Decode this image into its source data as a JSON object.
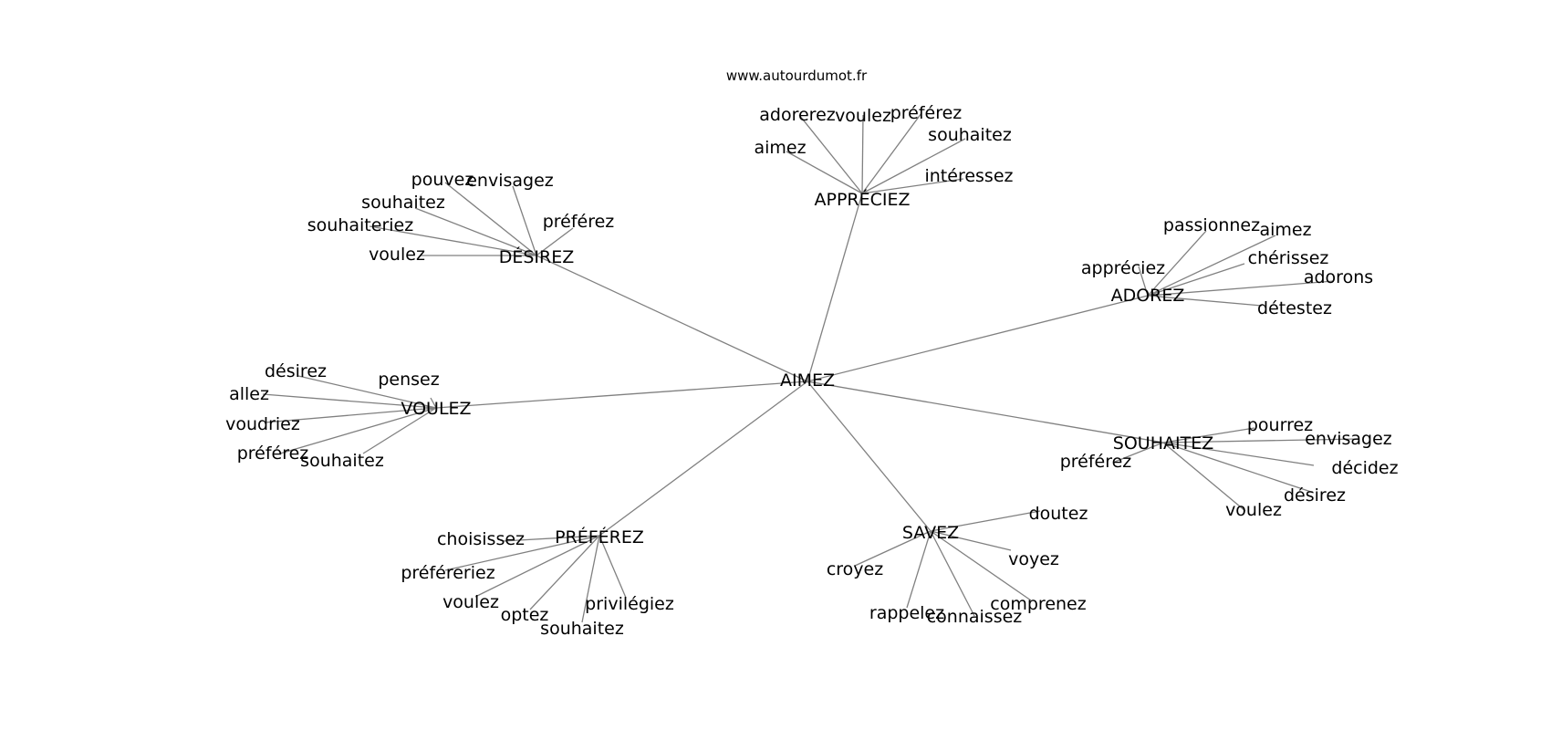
{
  "source": "www.autourdumot.fr",
  "center": "AIMEZ",
  "clusters": [
    {
      "label": "APPRÉCIEZ",
      "neighbors": [
        "aimez",
        "adorerez",
        "voulez",
        "préférez",
        "souhaitez",
        "intéressez"
      ]
    },
    {
      "label": "DÉSIREZ",
      "neighbors": [
        "pouvez",
        "envisagez",
        "souhaitez",
        "souhaiteriez",
        "voulez",
        "préférez"
      ]
    },
    {
      "label": "ADOREZ",
      "neighbors": [
        "passionnez",
        "aimez",
        "appréciez",
        "chérissez",
        "adorons",
        "détestez"
      ]
    },
    {
      "label": "VOULEZ",
      "neighbors": [
        "désirez",
        "pensez",
        "allez",
        "voudriez",
        "préférez",
        "souhaitez"
      ]
    },
    {
      "label": "SOUHAITEZ",
      "neighbors": [
        "pourrez",
        "envisagez",
        "préférez",
        "décidez",
        "désirez",
        "voulez"
      ]
    },
    {
      "label": "PRÉFÉREZ",
      "neighbors": [
        "choisissez",
        "préféreriez",
        "voulez",
        "optez",
        "souhaitez",
        "privilégiez"
      ]
    },
    {
      "label": "SAVEZ",
      "neighbors": [
        "doutez",
        "voyez",
        "croyez",
        "comprenez",
        "rappelez",
        "connaissez"
      ]
    }
  ]
}
